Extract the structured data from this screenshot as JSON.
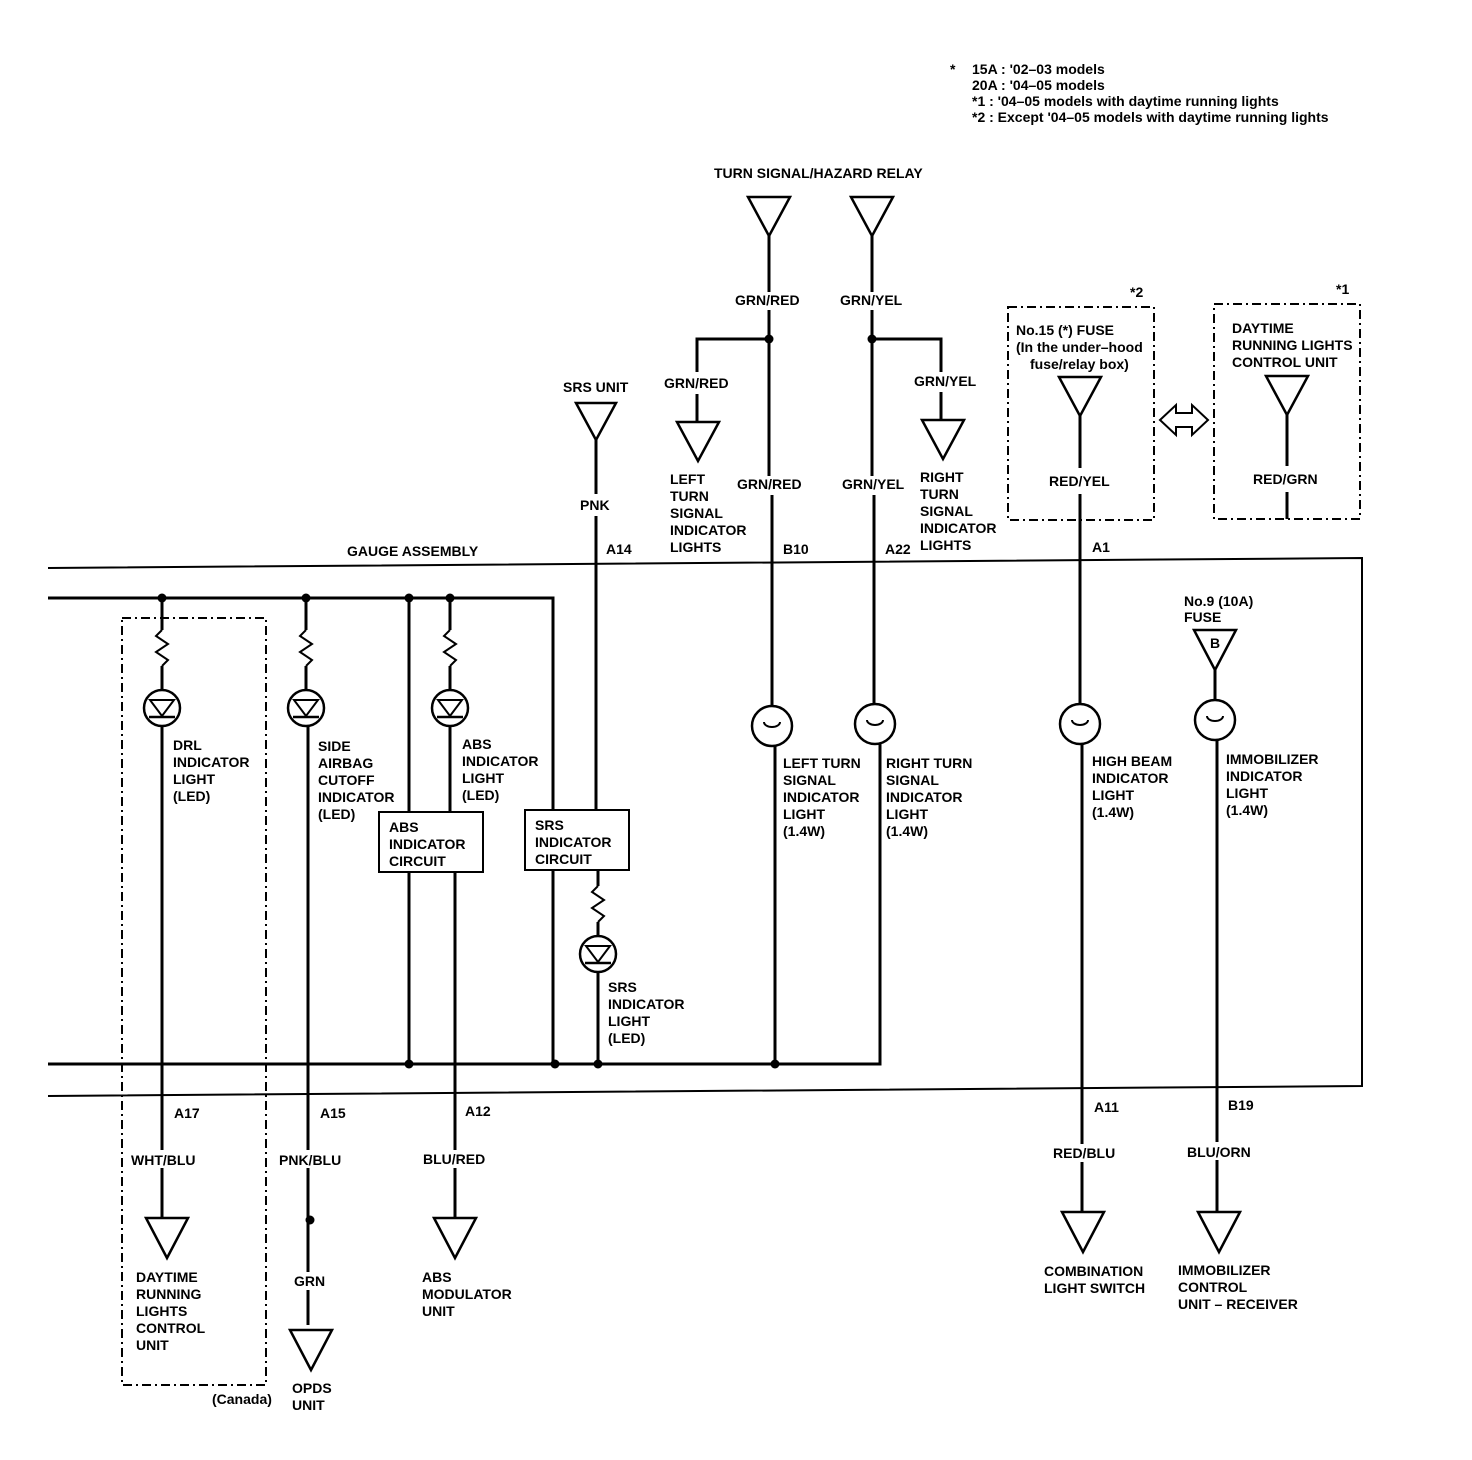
{
  "notes": {
    "asterisk": "*",
    "line1": "15A : '02–03 models",
    "line2": "20A : '04–05 models",
    "line3": "*1 : '04–05 models with daytime running lights",
    "line4": "*2 : Except '04–05 models with daytime running lights"
  },
  "relay": {
    "title": "TURN SIGNAL/HAZARD RELAY",
    "wire_left": "GRN/RED",
    "wire_right": "GRN/YEL"
  },
  "left_turn_lights": {
    "wire": "GRN/RED",
    "label": [
      "LEFT",
      "TURN",
      "SIGNAL",
      "INDICATOR",
      "LIGHTS"
    ]
  },
  "right_turn_lights": {
    "wire": "GRN/YEL",
    "label": [
      "RIGHT",
      "TURN",
      "SIGNAL",
      "INDICATOR",
      "LIGHTS"
    ]
  },
  "srs_unit": {
    "title": "SRS UNIT",
    "wire": "PNK",
    "pin": "A14"
  },
  "turn_pins": {
    "left_wire": "GRN/RED",
    "left_pin": "B10",
    "right_wire": "GRN/YEL",
    "right_pin": "A22"
  },
  "fuse15": {
    "tag": "*2",
    "label": [
      "No.15 (*) FUSE",
      "(In the under–hood",
      "fuse/relay box)"
    ],
    "wire": "RED/YEL",
    "pin": "A1"
  },
  "drl_unit_top": {
    "tag": "*1",
    "label": [
      "DAYTIME",
      "RUNNING LIGHTS",
      "CONTROL UNIT"
    ],
    "wire": "RED/GRN"
  },
  "gauge": {
    "title": "GAUGE ASSEMBLY"
  },
  "fuse9": {
    "label": [
      "No.9 (10A)",
      "FUSE"
    ],
    "symbol": "B"
  },
  "lights": {
    "drl": [
      "DRL",
      "INDICATOR",
      "LIGHT",
      "(LED)"
    ],
    "side_airbag": [
      "SIDE",
      "AIRBAG",
      "CUTOFF",
      "INDICATOR",
      "(LED)"
    ],
    "abs": [
      "ABS",
      "INDICATOR",
      "LIGHT",
      "(LED)"
    ],
    "abs_circuit": [
      "ABS",
      "INDICATOR",
      "CIRCUIT"
    ],
    "srs_circuit": [
      "SRS",
      "INDICATOR",
      "CIRCUIT"
    ],
    "srs_light": [
      "SRS",
      "INDICATOR",
      "LIGHT",
      "(LED)"
    ],
    "left_turn": [
      "LEFT TURN",
      "SIGNAL",
      "INDICATOR",
      "LIGHT",
      "(1.4W)"
    ],
    "right_turn": [
      "RIGHT TURN",
      "SIGNAL",
      "INDICATOR",
      "LIGHT",
      "(1.4W)"
    ],
    "high_beam": [
      "HIGH BEAM",
      "INDICATOR",
      "LIGHT",
      "(1.4W)"
    ],
    "immobilizer": [
      "IMMOBILIZER",
      "INDICATOR",
      "LIGHT",
      "(1.4W)"
    ]
  },
  "bottom": {
    "drl": {
      "pin": "A17",
      "wire": "WHT/BLU",
      "label": [
        "DAYTIME",
        "RUNNING",
        "LIGHTS",
        "CONTROL",
        "UNIT"
      ],
      "note": "(Canada)"
    },
    "opds": {
      "pin": "A15",
      "wire": "PNK/BLU",
      "wire2": "GRN",
      "label": [
        "OPDS",
        "UNIT"
      ]
    },
    "abs": {
      "pin": "A12",
      "wire": "BLU/RED",
      "label": [
        "ABS",
        "MODULATOR",
        "UNIT"
      ]
    },
    "combo": {
      "pin": "A11",
      "wire": "RED/BLU",
      "label": [
        "COMBINATION",
        "LIGHT SWITCH"
      ]
    },
    "immob": {
      "pin": "B19",
      "wire": "BLU/ORN",
      "label": [
        "IMMOBILIZER",
        "CONTROL",
        "UNIT – RECEIVER"
      ]
    }
  }
}
